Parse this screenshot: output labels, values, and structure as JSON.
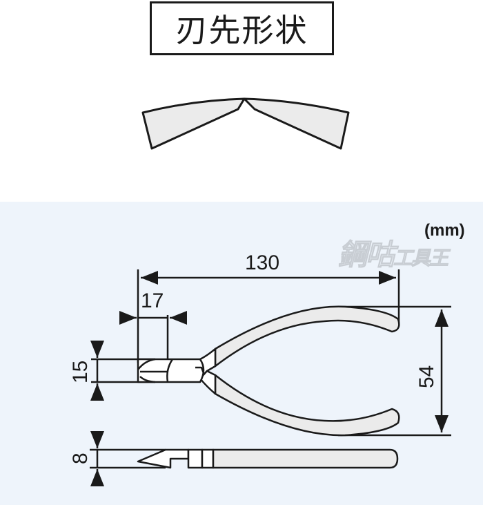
{
  "title": "刃先形状",
  "unit": "(mm)",
  "watermark": {
    "main": "鋼咕",
    "sub": "工具王"
  },
  "dimensions": {
    "overall_length": "130",
    "head_length": "17",
    "head_height": "15",
    "handle_spread": "54",
    "thickness": "8"
  },
  "colors": {
    "panel_background": "#eef4fb",
    "line": "#1a1a1a",
    "fill_light": "#ebebeb",
    "fill_white": "#ffffff"
  }
}
